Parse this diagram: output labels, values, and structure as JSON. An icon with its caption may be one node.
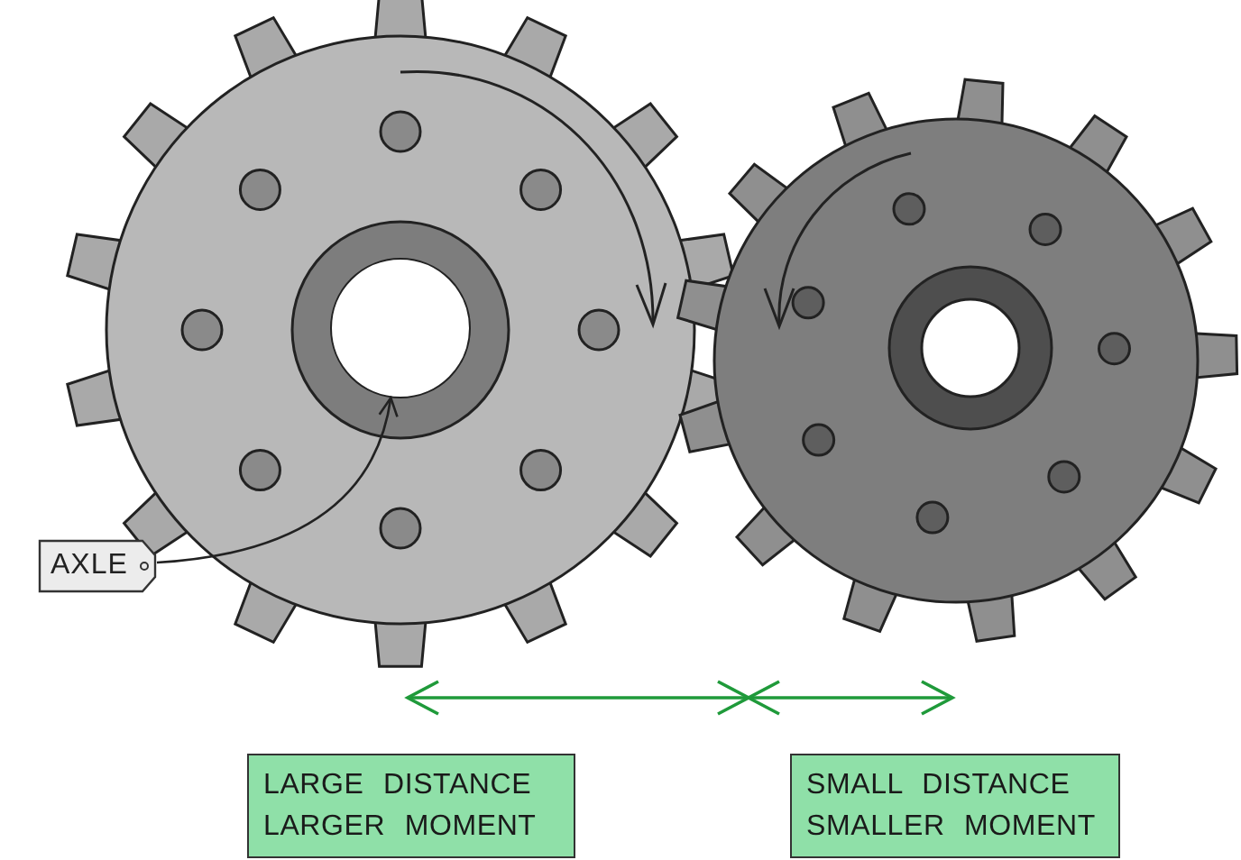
{
  "diagram": {
    "nodes": [
      {
        "text": [
          "AXLE"
        ]
      },
      {
        "text": [],
        "shape": "circle"
      },
      {
        "text": [
          "LARGE DISTANCE",
          "LARGER MOMENT"
        ]
      },
      {
        "text": [
          "SMALL DISTANCE",
          "SMALLER MOMENT"
        ]
      }
    ],
    "edges": [
      {
        "from": 0,
        "to": 1,
        "arrow": "to"
      }
    ]
  }
}
